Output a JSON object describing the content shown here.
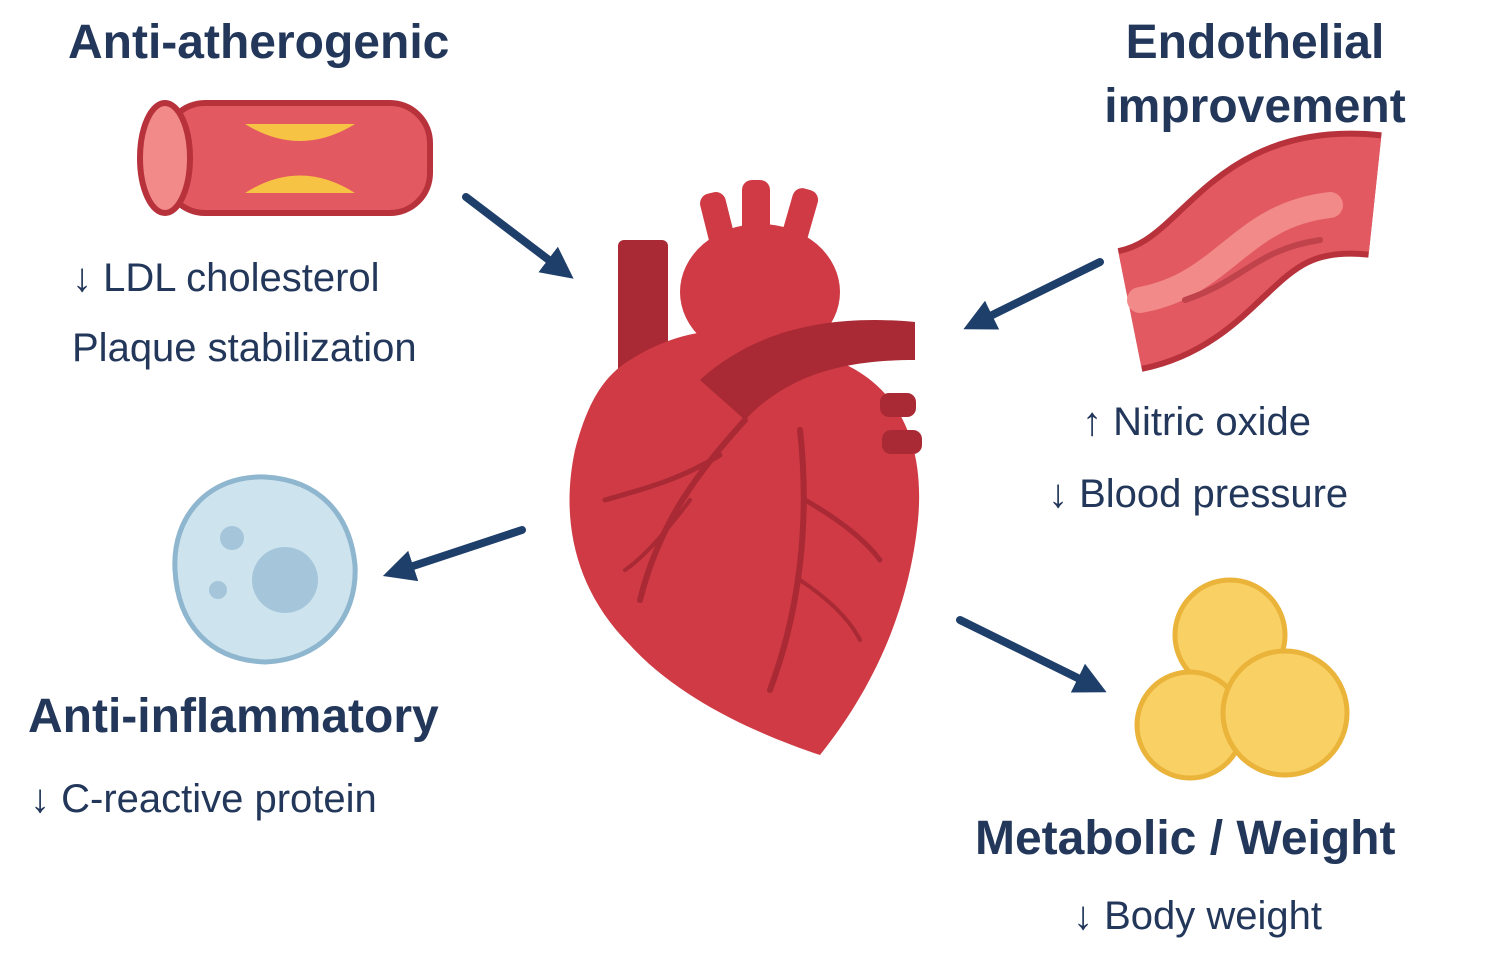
{
  "colors": {
    "text": "#22375a",
    "arrow": "#1f3f6b",
    "heart": "#cf3a44",
    "heart_dark": "#a92a35",
    "vessel": "#e35962",
    "vessel_light": "#f18a88",
    "plaque": "#f7c344",
    "cell": "#cde3ee",
    "cell_border": "#8fb6cf",
    "fat": "#f9d064",
    "fat_border": "#eab33a"
  },
  "icons": {
    "anti_atherogenic": "artery-plaque-icon",
    "endothelial": "blood-vessel-icon",
    "anti_inflammatory": "immune-cell-icon",
    "metabolic": "fat-cells-icon",
    "center": "heart-icon"
  },
  "panels": {
    "anti_atherogenic": {
      "title": "Anti-atherogenic",
      "lines": [
        "↓ LDL cholesterol",
        "Plaque stabilization"
      ]
    },
    "endothelial": {
      "title_lines": [
        "Endothelial",
        "improvement"
      ],
      "lines": [
        "↑ Nitric oxide",
        "↓ Blood pressure"
      ]
    },
    "anti_inflammatory": {
      "title": "Anti-inflammatory",
      "lines": [
        "↓ C-reactive protein"
      ]
    },
    "metabolic": {
      "title": "Metabolic / Weight",
      "lines": [
        "↓ Body weight"
      ]
    }
  }
}
